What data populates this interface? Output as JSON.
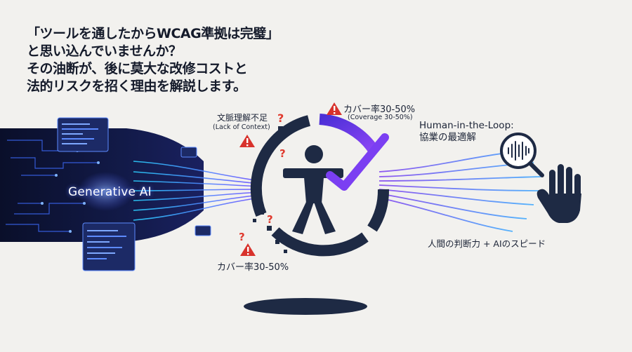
{
  "headline": {
    "line1": "「ツールを通したからWCAG準拠は完璧」",
    "line2": "と思い込んでいませんか？",
    "line3": "その油断が、後に莫大な改修コストと",
    "line4": "法的リスクを招く理由を解説します。"
  },
  "left_panel": {
    "label": "Generative AI"
  },
  "context": {
    "label_jp": "文脈理解不足",
    "label_en": "(Lack of Context)"
  },
  "coverage_top": {
    "label": "カバー率30-50%",
    "sub": "(Coverage 30-50%)"
  },
  "coverage_bottom": {
    "label": "カバー率30-50%"
  },
  "hitl": {
    "title_line1": "Human-in-the-Loop:",
    "title_line2": "協業の最適解",
    "speed_label": "人間の判断力 + AIのスピード"
  },
  "icons": {
    "center": "accessibility-person-icon",
    "check": "checkmark-icon",
    "warning": "warning-triangle-icon",
    "question": "question-mark-icon",
    "hand": "hand-icon",
    "magnifier": "magnifier-soundwave-icon"
  },
  "colors": {
    "navy": "#1e2a44",
    "purple": "#7b3ff2",
    "cyan": "#34b6ff",
    "warning_red": "#d8322c",
    "question_red": "#e03a2e",
    "background": "#f2f1ee"
  }
}
